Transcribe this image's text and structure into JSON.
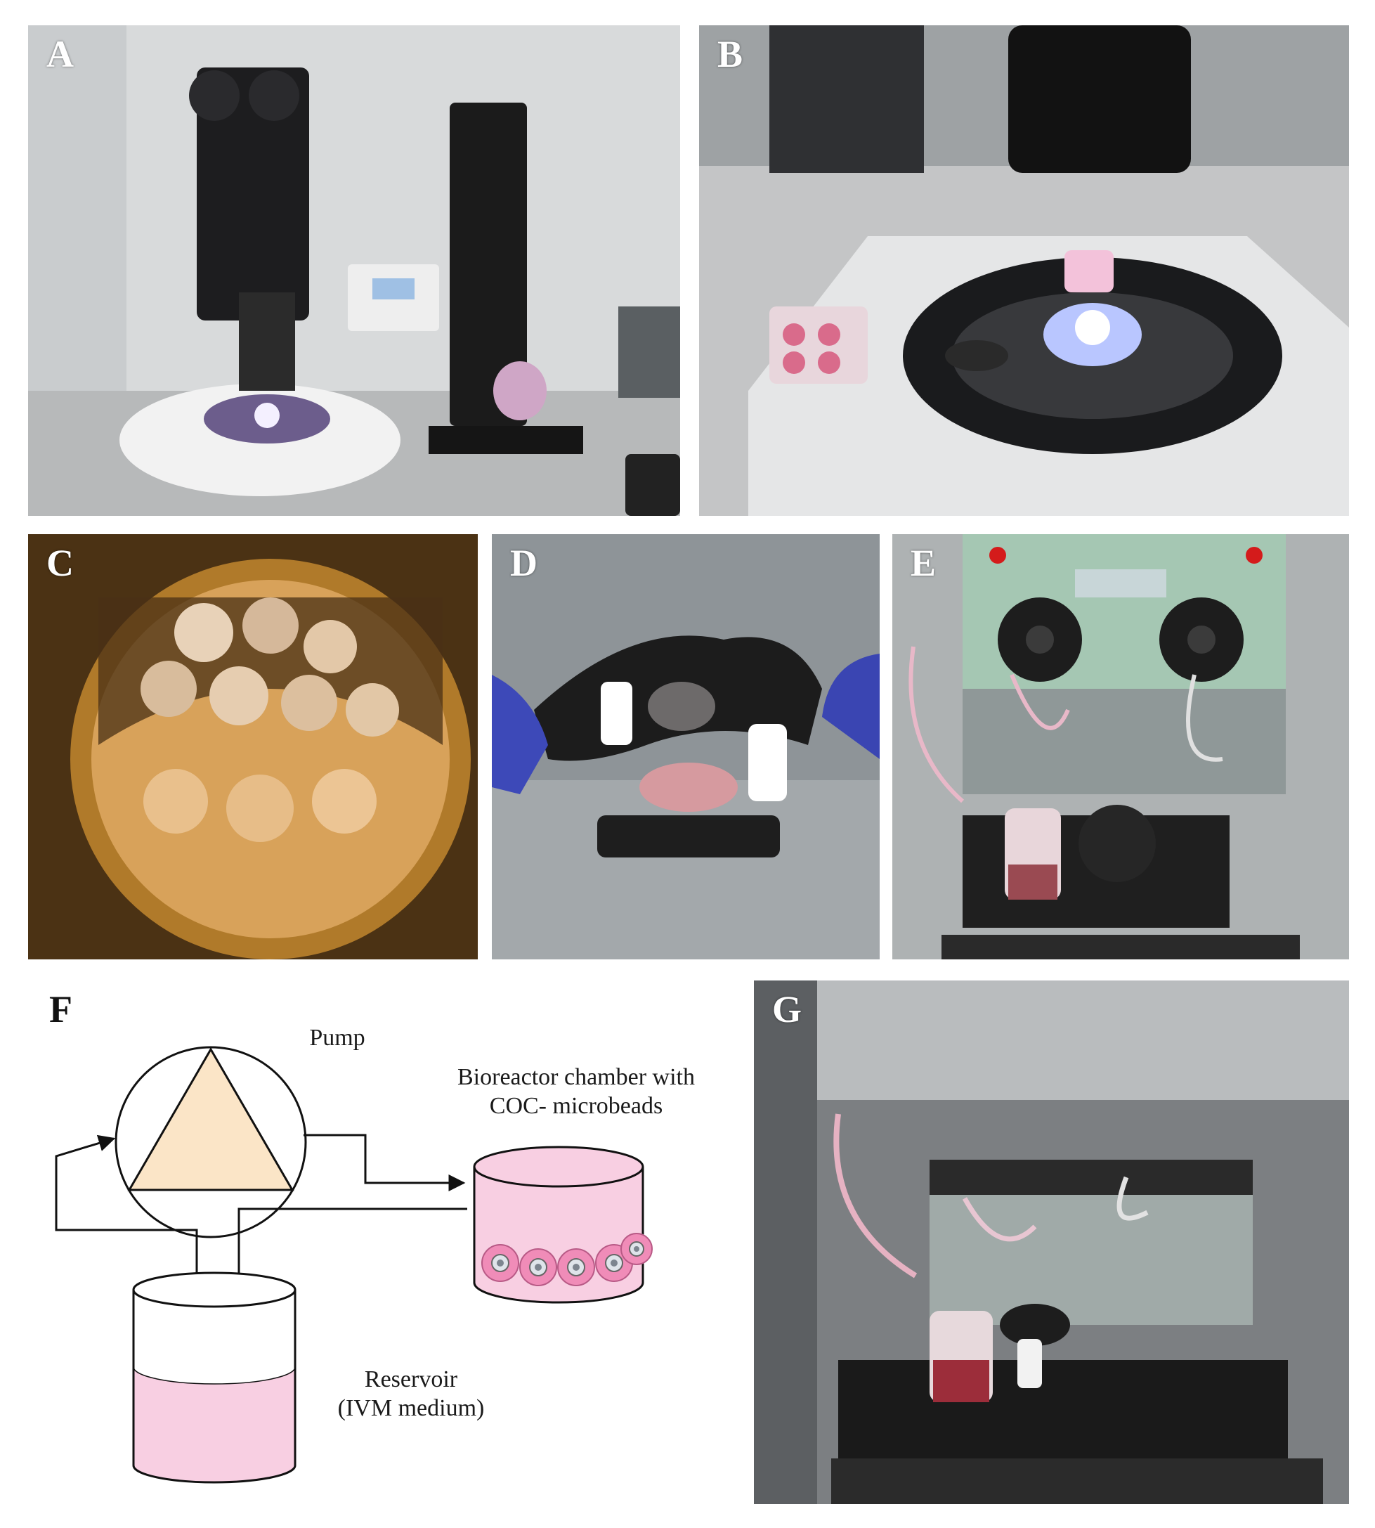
{
  "panels": {
    "a": {
      "label": "A"
    },
    "b": {
      "label": "B"
    },
    "c": {
      "label": "C"
    },
    "d": {
      "label": "D"
    },
    "e": {
      "label": "E"
    },
    "f": {
      "label": "F"
    },
    "g": {
      "label": "G"
    }
  },
  "diagram": {
    "pump": "Pump",
    "chamber_line1": "Bioreactor chamber with",
    "chamber_line2": "COC- microbeads",
    "reservoir_line1": "Reservoir",
    "reservoir_line2": "(IVM medium)"
  },
  "colors": {
    "pump_triangle": "#fbe5c7",
    "medium_pink": "#f8cfe2",
    "microbead": "#f08cb8"
  }
}
